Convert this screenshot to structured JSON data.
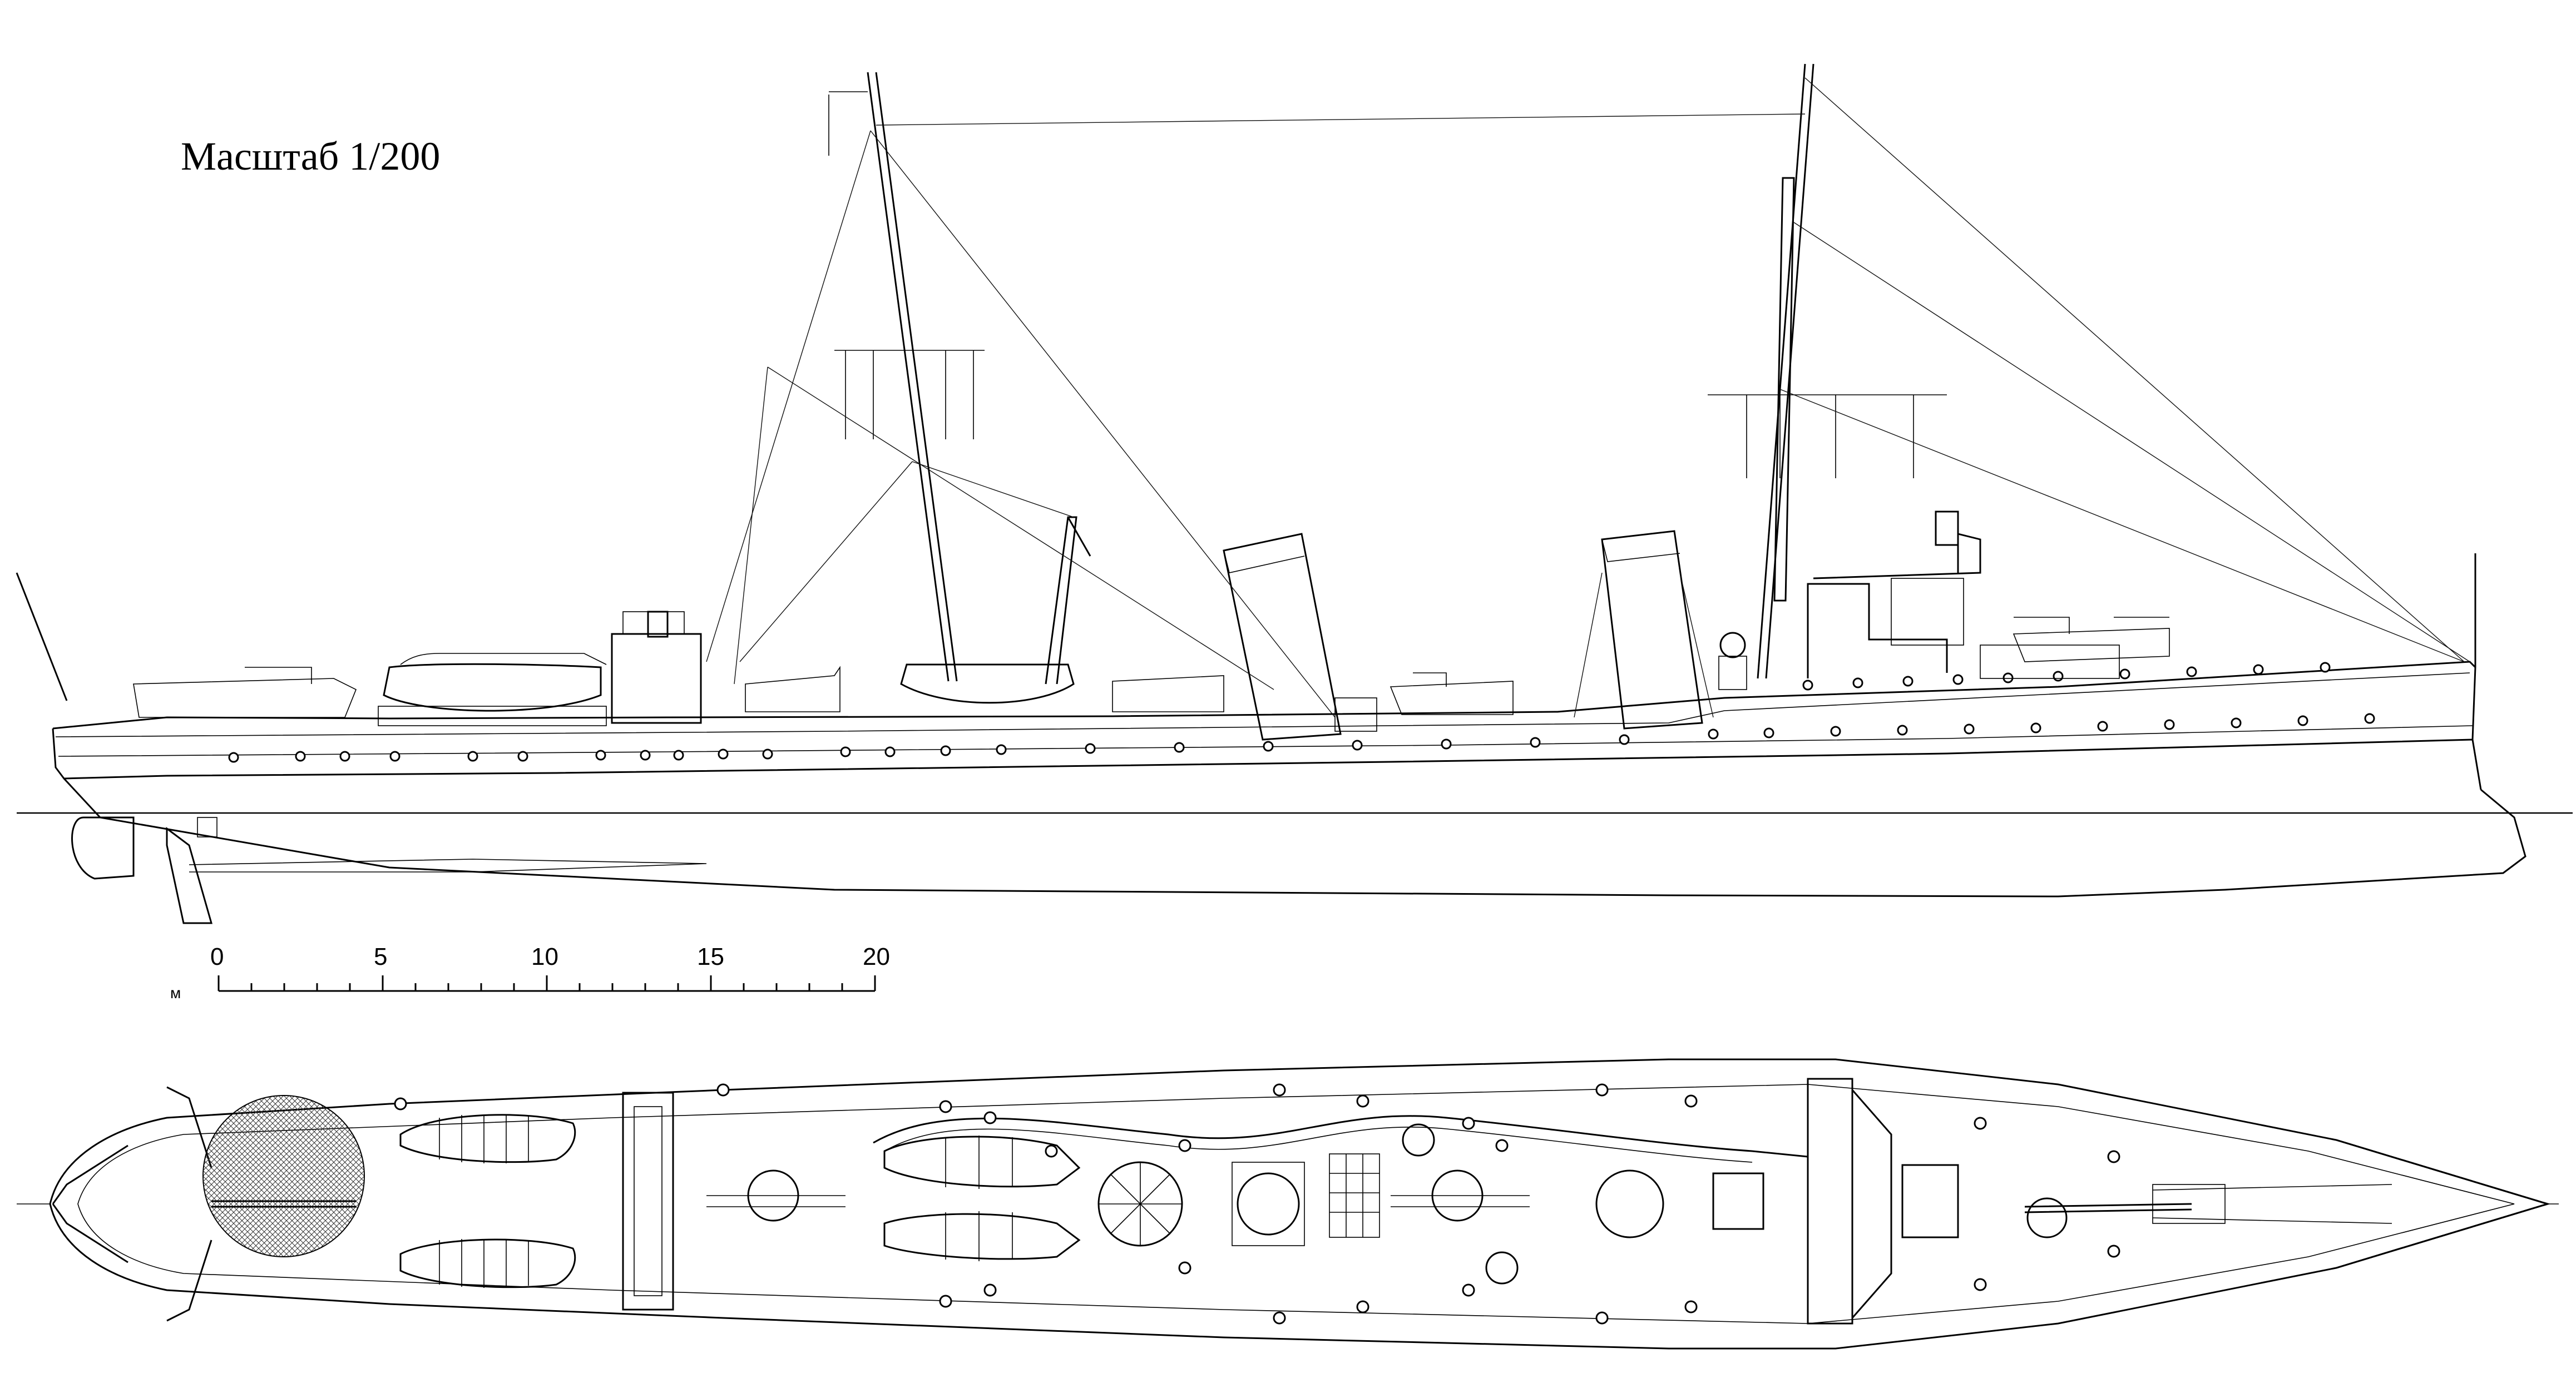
{
  "title": "Масштаб 1/200",
  "scale_bar": {
    "unit": "м",
    "labels": [
      "0",
      "5",
      "10",
      "15",
      "20"
    ]
  },
  "views": [
    "side-profile",
    "plan-view"
  ]
}
